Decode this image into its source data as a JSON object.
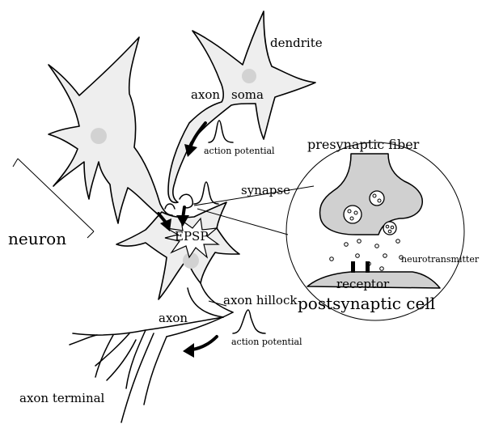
{
  "labels": {
    "dendrite": "dendrite",
    "axon_top": "axon",
    "soma": "soma",
    "action_potential_top": "action potential",
    "presynaptic_fiber": "presynaptic fiber",
    "synapse": "synapse",
    "neuron": "neuron",
    "epsp": "EPSP",
    "neurotransmitter": "neurotransmitter",
    "receptor": "receptor",
    "postsynaptic_cell": "postsynaptic cell",
    "axon_hillock": "axon hillock",
    "axon_bottom": "axon",
    "action_potential_bottom": "action potential",
    "axon_terminal": "axon terminal"
  },
  "colors": {
    "cell_fill": "#eeeeee",
    "terminal_fill": "#d0d0d0",
    "nucleus_fill": "#d2d2d2",
    "stroke": "#000000"
  }
}
